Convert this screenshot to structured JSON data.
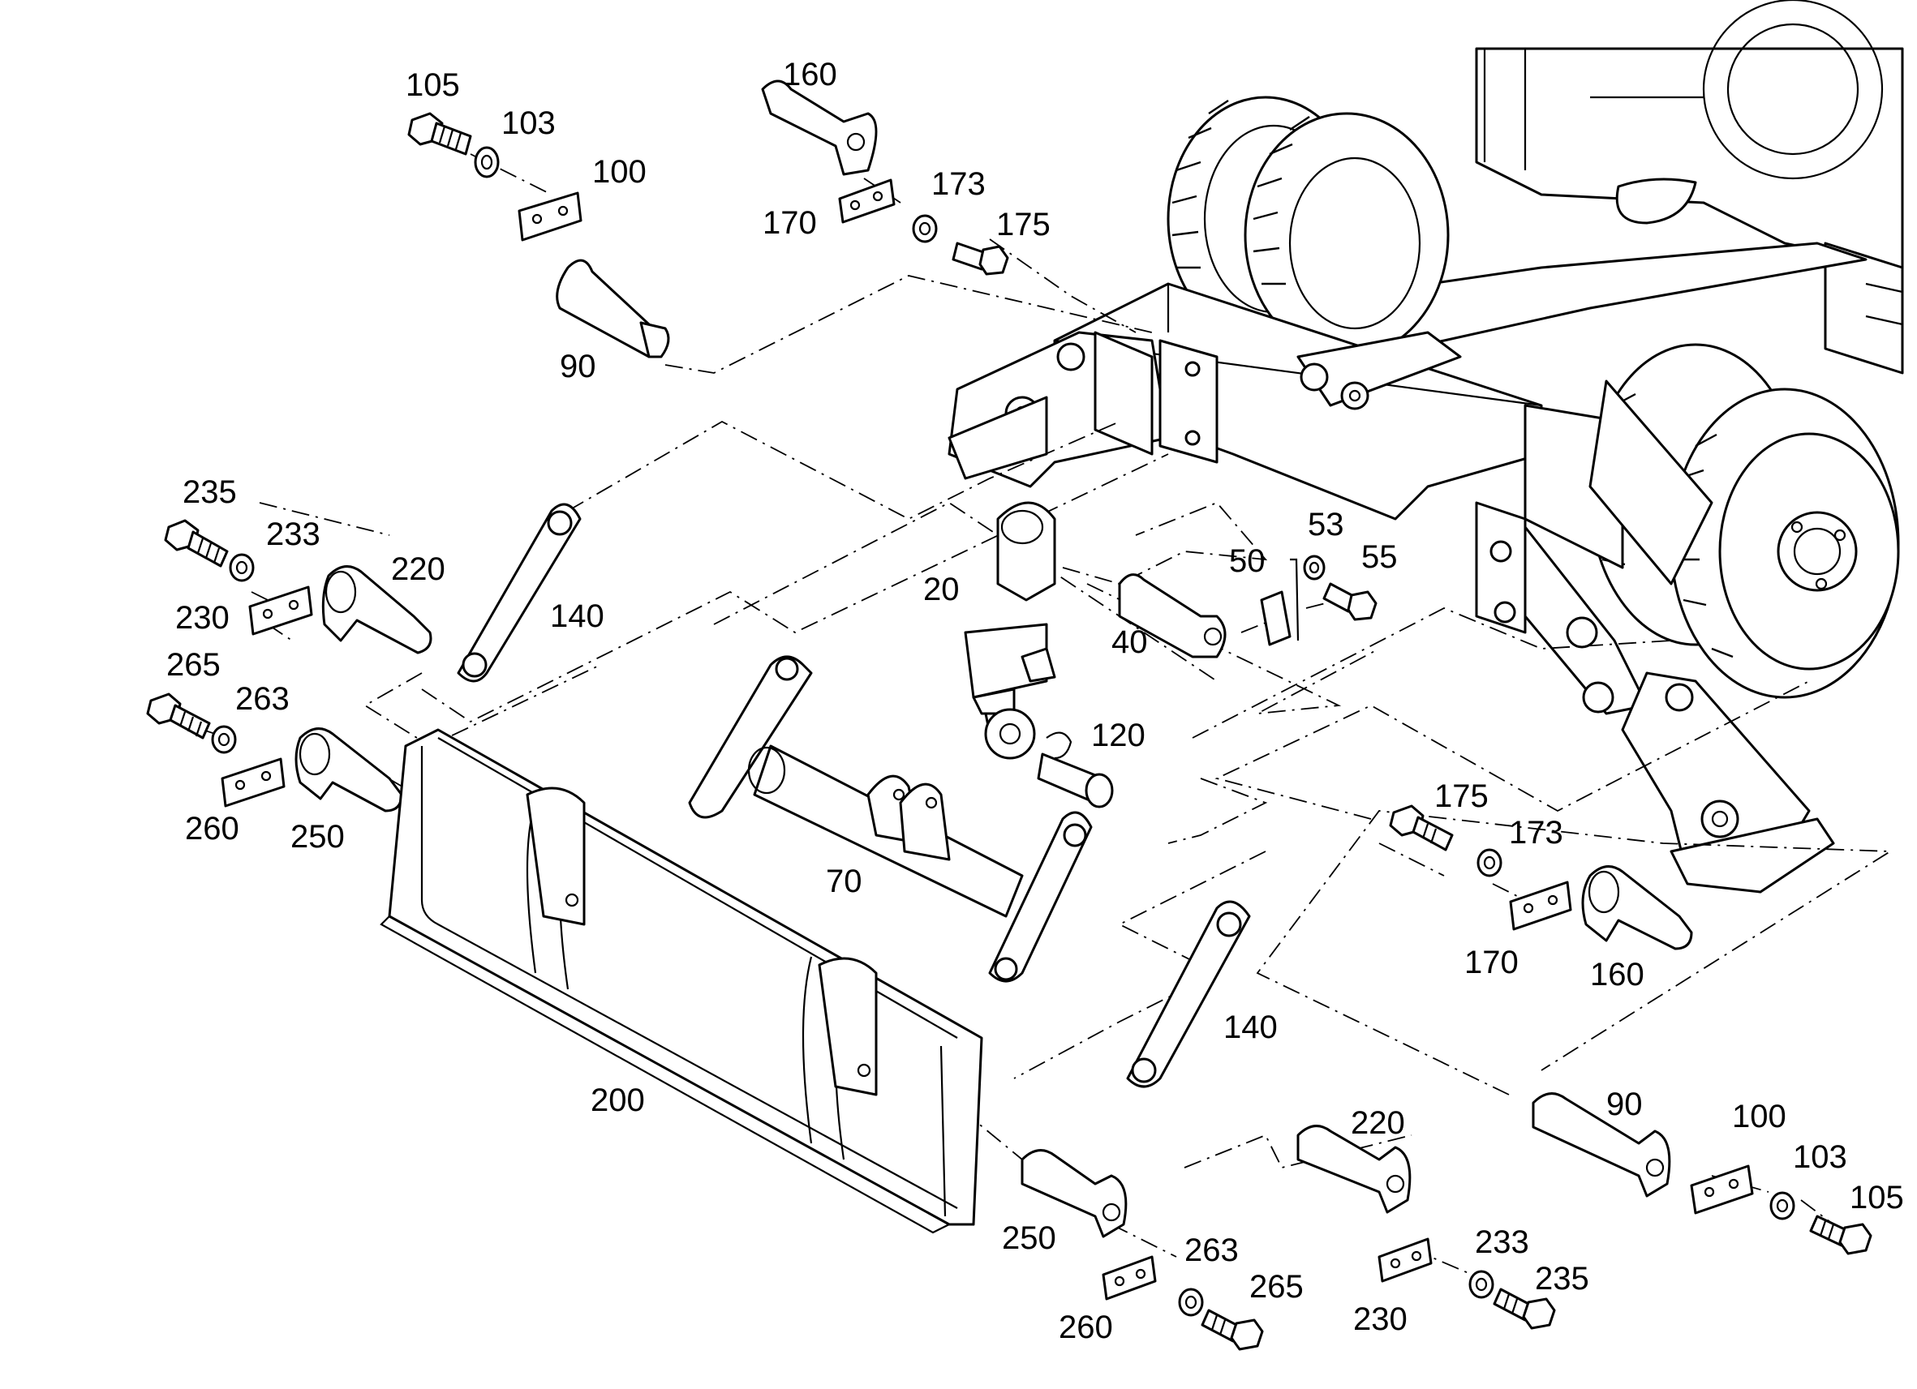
{
  "callouts": {
    "c105a": "105",
    "c103a": "103",
    "c100a": "100",
    "c90a": "90",
    "c160a": "160",
    "c170a": "170",
    "c173a": "173",
    "c175a": "175",
    "c235a": "235",
    "c233a": "233",
    "c230a": "230",
    "c220a": "220",
    "c265a": "265",
    "c263a": "263",
    "c260a": "260",
    "c250a": "250",
    "c140a": "140",
    "c20": "20",
    "c50": "50",
    "c53": "53",
    "c55": "55",
    "c40": "40",
    "c120": "120",
    "c70": "70",
    "c200": "200",
    "c175b": "175",
    "c173b": "173",
    "c170b": "170",
    "c160b": "160",
    "c140b": "140",
    "c90b": "90",
    "c100b": "100",
    "c103b": "103",
    "c105b": "105",
    "c220b": "220",
    "c250b": "250",
    "c263b": "263",
    "c265b": "265",
    "c260b": "260",
    "c233b": "233",
    "c235b": "235",
    "c230b": "230"
  }
}
